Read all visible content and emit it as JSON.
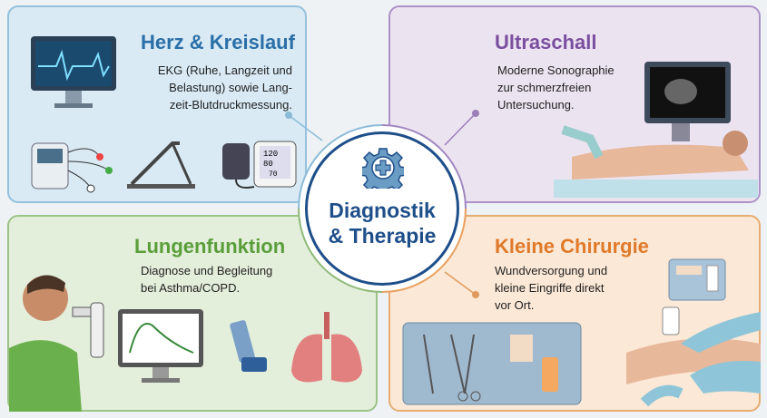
{
  "panels": {
    "heart": {
      "title": "Herz & Kreislauf",
      "desc": [
        "EKG (Ruhe, Langzeit und",
        "Belastung) sowie Lang-",
        "zeit-Blutdruckmessung."
      ],
      "color": "#2a6fa8"
    },
    "ultrasound": {
      "title": "Ultraschall",
      "desc": [
        "Moderne Sonographie",
        "zur schmerzfreien",
        "Untersuchung."
      ],
      "color": "#7b4fa0"
    },
    "lung": {
      "title": "Lungenfunktion",
      "desc": [
        "Diagnose und Begleitung",
        "bei Asthma/COPD."
      ],
      "color": "#5a9e3a"
    },
    "surgery": {
      "title": "Kleine Chirurgie",
      "desc": [
        "Wundversorgung und",
        "kleine Eingriffe direkt",
        "vor Ort."
      ],
      "color": "#e07a2a"
    }
  },
  "center": {
    "line1": "Diagnostik",
    "line2": "& Therapie"
  },
  "bp_monitor": {
    "sys": "120",
    "dia": "80",
    "pulse": "70"
  }
}
